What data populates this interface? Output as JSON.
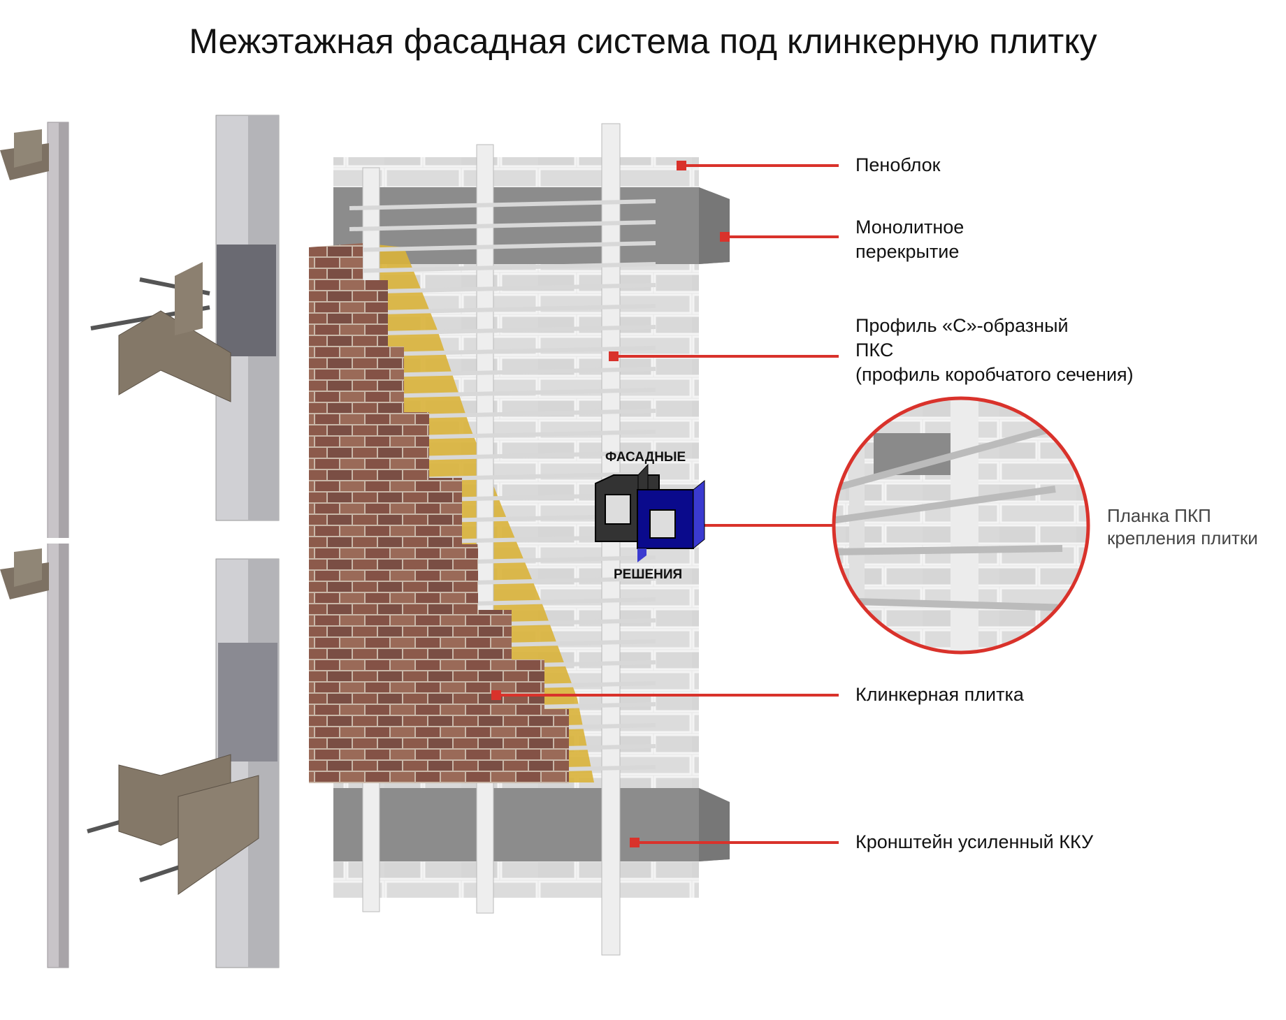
{
  "title": "Межэтажная фасадная система под клинкерную плитку",
  "labels": {
    "penoblok": "Пеноблок",
    "monolit": [
      "Монолитное",
      "перекрытие"
    ],
    "profile": [
      "Профиль «С»-образный",
      "ПКС",
      "(профиль коробчатого сечения)"
    ],
    "planka": [
      "Планка ПКП",
      "крепления плитки"
    ],
    "klinker": "Клинкерная плитка",
    "kronshtein": "Кронштейн усиленный ККУ"
  },
  "logo": {
    "top": "ФАСАДНЫЕ",
    "bottom": "РЕШЕНИЯ"
  },
  "colors": {
    "leader": "#d9322b",
    "brick": "#8a5a4c",
    "insulation": "#d9b23a",
    "logo_dark": "#333333",
    "logo_blue": "#0a0a8c"
  }
}
